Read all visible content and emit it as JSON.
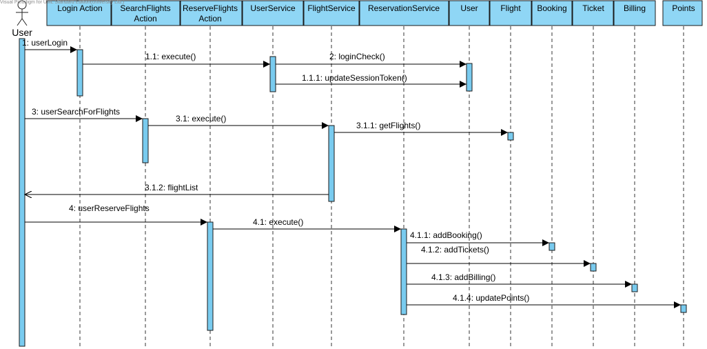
{
  "watermark": "Visual Paradigm for UML Standard Edition(University Ltd.)",
  "colors": {
    "header_fill": "#8fd6f5",
    "header_stroke": "#1a1a1a",
    "activation_fill": "#79cbef",
    "activation_stroke": "#1a1a1a",
    "lifeline": "#333333",
    "message": "#000000",
    "text": "#000000"
  },
  "actor": {
    "label": "User"
  },
  "lifelines": [
    {
      "id": "login",
      "lines": [
        "Login Action"
      ]
    },
    {
      "id": "search",
      "lines": [
        "SearchFlights",
        "Action"
      ]
    },
    {
      "id": "reserve",
      "lines": [
        "ReserveFlights",
        "Action"
      ]
    },
    {
      "id": "usersvc",
      "lines": [
        "UserService"
      ]
    },
    {
      "id": "flightsvc",
      "lines": [
        "FlightService"
      ]
    },
    {
      "id": "ressvc",
      "lines": [
        "ReservationService"
      ]
    },
    {
      "id": "userent",
      "lines": [
        "User"
      ]
    },
    {
      "id": "flight",
      "lines": [
        "Flight"
      ]
    },
    {
      "id": "booking",
      "lines": [
        "Booking"
      ]
    },
    {
      "id": "ticket",
      "lines": [
        "Ticket"
      ]
    },
    {
      "id": "billing",
      "lines": [
        "Billing"
      ]
    },
    {
      "id": "points",
      "lines": [
        "Points"
      ]
    }
  ],
  "messages": [
    {
      "label": "1: userLogin"
    },
    {
      "label": "1.1: execute()"
    },
    {
      "label": "2: loginCheck()"
    },
    {
      "label": "1.1.1: updateSessionToken()"
    },
    {
      "label": "3: userSearchForFlights"
    },
    {
      "label": "3.1: execute()"
    },
    {
      "label": "3.1.1: getFlights()"
    },
    {
      "label": "3.1.2: flightList"
    },
    {
      "label": "4: userReserveFlights"
    },
    {
      "label": "4.1: execute()"
    },
    {
      "label": "4.1.1: addBooking()"
    },
    {
      "label": "4.1.2: addTickets()"
    },
    {
      "label": "4.1.3: addBilling()"
    },
    {
      "label": "4.1.4: updatePoints()"
    }
  ]
}
